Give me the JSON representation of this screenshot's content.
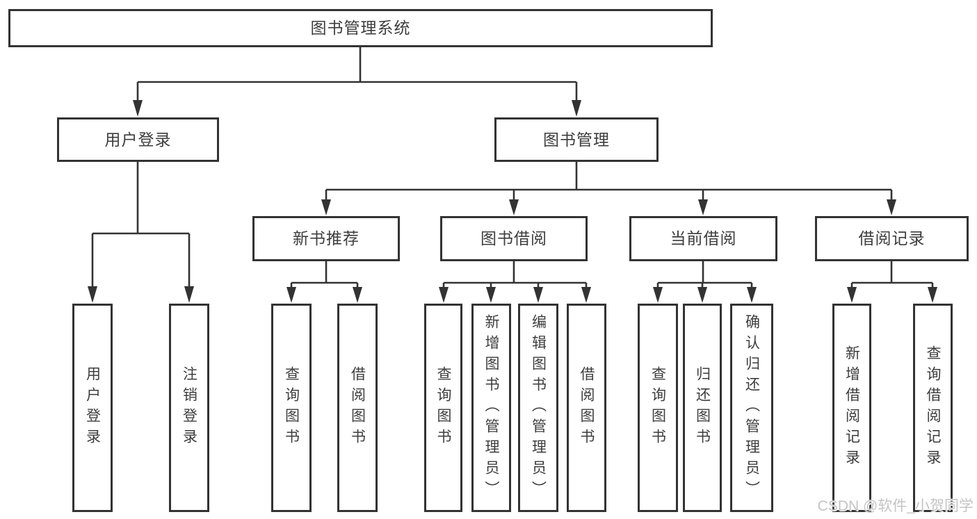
{
  "diagram": {
    "root_label": "图书管理系统",
    "level2": [
      "用户登录",
      "图书管理"
    ],
    "level3": [
      "新书推荐",
      "图书借阅",
      "当前借阅",
      "借阅记录"
    ],
    "leaves_user_login": [
      "用户登录",
      "注销登录"
    ],
    "leaves_new_book": [
      "查询图书",
      "借阅图书"
    ],
    "leaves_book_borrow": [
      "查询图书",
      "新增图书（管理员）",
      "编辑图书（管理员）",
      "借阅图书"
    ],
    "leaves_current_borrow": [
      "查询图书",
      "归还图书",
      "确认归还（管理员）"
    ],
    "leaves_borrow_records": [
      "新增借阅记录",
      "查询借阅记录"
    ]
  },
  "watermark": "CSDN @软件_小贺同学",
  "colors": {
    "line": "#333333",
    "text": "#3d3d3d",
    "box_fill": "#ffffff",
    "watermark": "#c4c4c4"
  }
}
